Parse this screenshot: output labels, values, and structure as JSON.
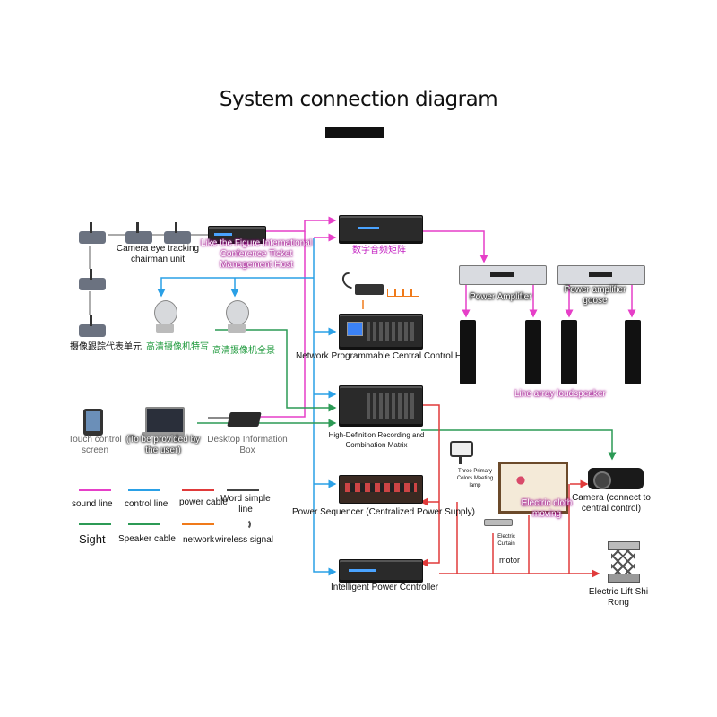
{
  "title": "System connection diagram",
  "labels": {
    "chairman": "Camera eye tracking chairman unit",
    "delegate": "摄像跟踪代表单元",
    "ticket_host": "Like the Figure International Conference Ticket Management Host",
    "digital_matrix": "数字音频矩阵",
    "hd_camera_close": "高清摄像机特写",
    "hd_camera_full": "高清摄像机全景",
    "central_control": "Network Programmable Central Control Host",
    "power_amp": "Power Amplifier",
    "power_amp_goose": "Power amplifier goose",
    "line_array": "Line array loudspeaker",
    "touch_screen": "Touch control screen",
    "user_provided": "(To be provided by the user)",
    "desktop_box": "Desktop Information Box",
    "hd_recording": "High-Definition Recording and Combination Matrix",
    "power_sequencer": "Power Sequencer (Centralized Power Supply)",
    "intelligent_power": "Intelligent Power Controller",
    "three_primary": "Three Primary Colors Meeting lamp",
    "electric_cloth": "Electric cloth moving",
    "camera_central": "Camera (connect to central control)",
    "electric_curtain": "Electric Curtain",
    "motor": "motor",
    "lift": "Electric Lift Shi Rong"
  },
  "legend": {
    "sound_line": "sound line",
    "control_line": "control line",
    "power_cable": "power cable",
    "word_simple": "Word simple line",
    "sight": "Sight",
    "speaker_cable": "Speaker cable",
    "network": "network",
    "wireless": "wireless signal"
  },
  "colors": {
    "sound": "#e63fc8",
    "control": "#2aa0e6",
    "power": "#e03a3a",
    "word_simple": "#444444",
    "sight": "#2c9a55",
    "network": "#f07a1a"
  },
  "icons": [
    "microphone-icon",
    "camera-icon",
    "rack-device-icon",
    "speaker-icon",
    "projector-icon",
    "tablet-icon",
    "laptop-icon",
    "wifi-router-icon",
    "lamp-icon",
    "lift-icon",
    "curtain-icon",
    "wireless-icon"
  ]
}
